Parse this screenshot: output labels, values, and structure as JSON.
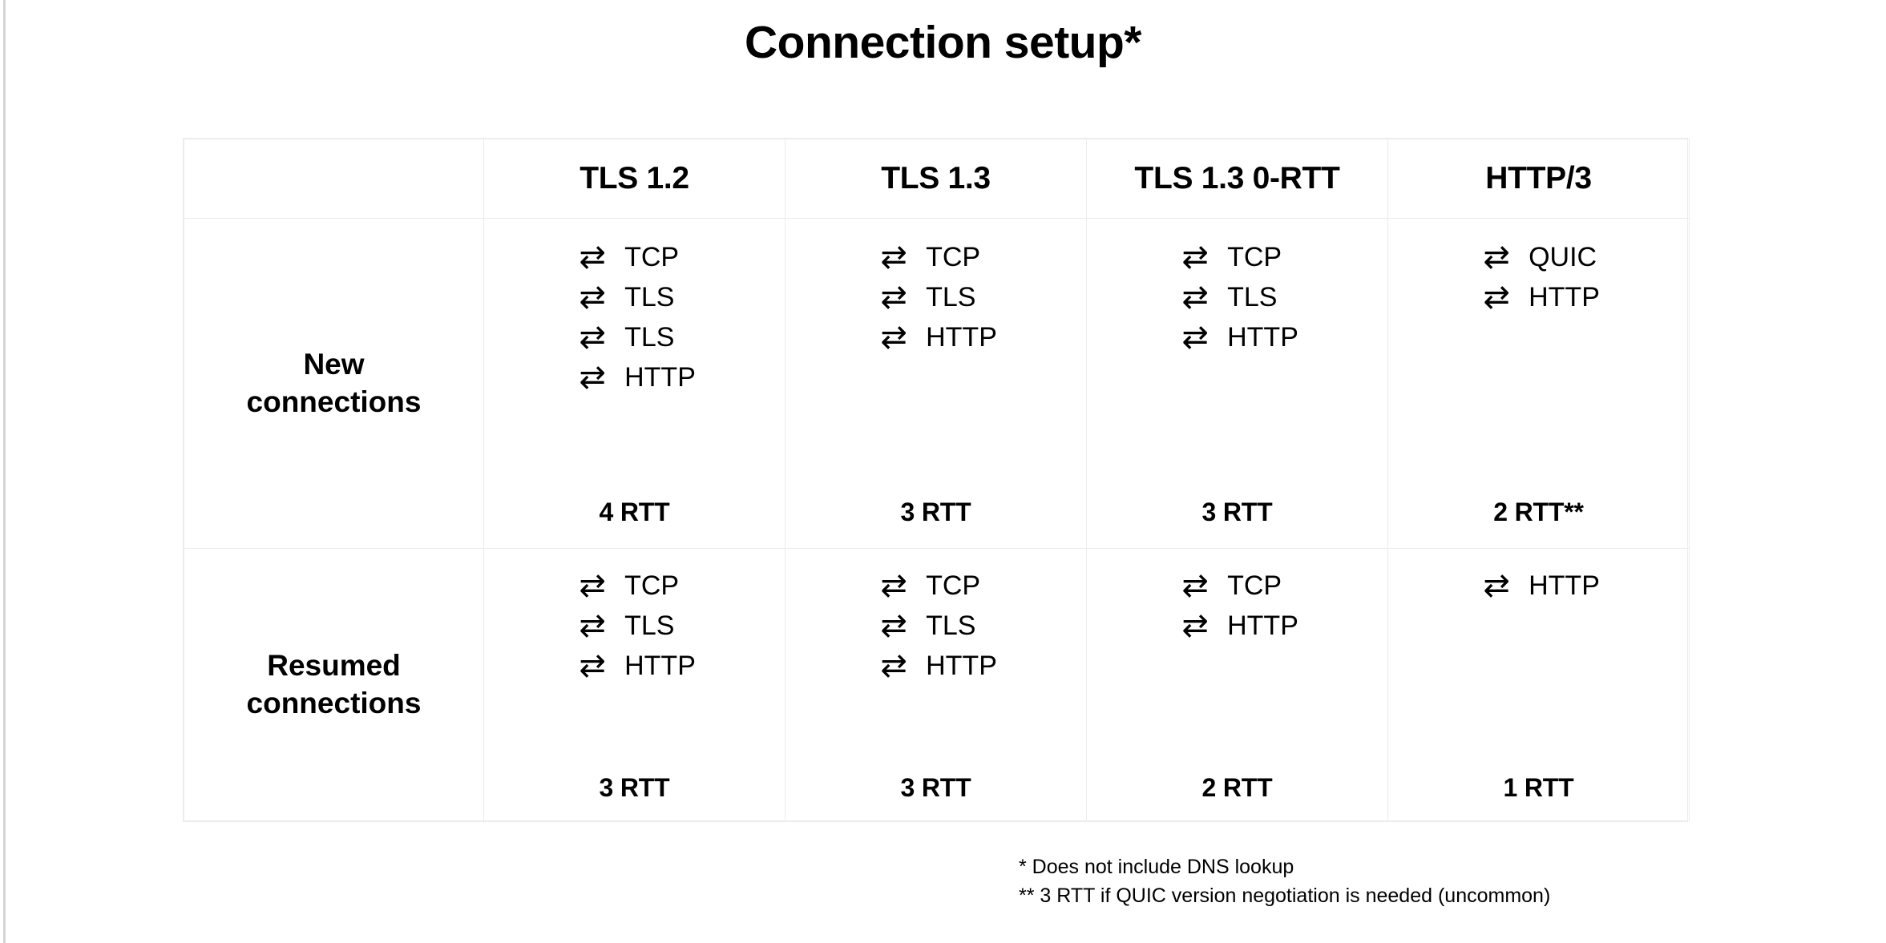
{
  "title": "Connection setup*",
  "table": {
    "corner_label": "",
    "columns": [
      "TLS 1.2",
      "TLS 1.3",
      "TLS 1.3 0-RTT",
      "HTTP/3"
    ],
    "arrow_glyph": "⇄",
    "rows": [
      {
        "label": "New\nconnections",
        "label_line1": "New",
        "label_line2": "connections",
        "cells": [
          {
            "steps": [
              "TCP",
              "TLS",
              "TLS",
              "HTTP"
            ],
            "rtt": "4 RTT"
          },
          {
            "steps": [
              "TCP",
              "TLS",
              "HTTP"
            ],
            "rtt": "3 RTT"
          },
          {
            "steps": [
              "TCP",
              "TLS",
              "HTTP"
            ],
            "rtt": "3 RTT"
          },
          {
            "steps": [
              "QUIC",
              "HTTP"
            ],
            "rtt": "2 RTT**"
          }
        ]
      },
      {
        "label": "Resumed\nconnections",
        "label_line1": "Resumed",
        "label_line2": "connections",
        "cells": [
          {
            "steps": [
              "TCP",
              "TLS",
              "HTTP"
            ],
            "rtt": "3 RTT"
          },
          {
            "steps": [
              "TCP",
              "TLS",
              "HTTP"
            ],
            "rtt": "3 RTT"
          },
          {
            "steps": [
              "TCP",
              "HTTP"
            ],
            "rtt": "2 RTT"
          },
          {
            "steps": [
              "HTTP"
            ],
            "rtt": "1 RTT"
          }
        ]
      }
    ]
  },
  "footnotes": [
    "* Does not include DNS lookup",
    "** 3 RTT if QUIC version negotiation is needed (uncommon)"
  ],
  "colors": {
    "background": "#ffffff",
    "text": "#000000",
    "table_border": "#ececec",
    "slide_edge": "#d2d4d7"
  }
}
